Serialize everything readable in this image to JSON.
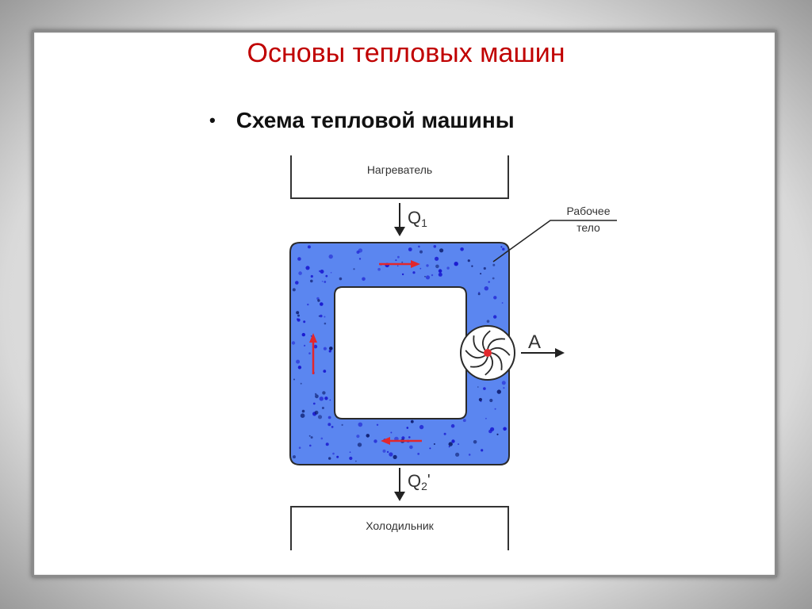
{
  "slide": {
    "title": "Основы тепловых машин",
    "bullet": "Схема тепловой  машины"
  },
  "diagram": {
    "heater_label": "Нагреватель",
    "cooler_label": "Холодильник",
    "q1_label": "Q",
    "q1_sub": "1",
    "q2_label": "Q",
    "q2_sub": "2",
    "q2_suffix": "'",
    "work_label": "A",
    "working_body_line1": "Рабочее",
    "working_body_line2": "тело",
    "colors": {
      "title": "#c00000",
      "body_fill": "#5b86f0",
      "flow_arrow": "#e2272c",
      "turbine_center": "#e2272c",
      "particles": "#1a1ad0"
    }
  }
}
